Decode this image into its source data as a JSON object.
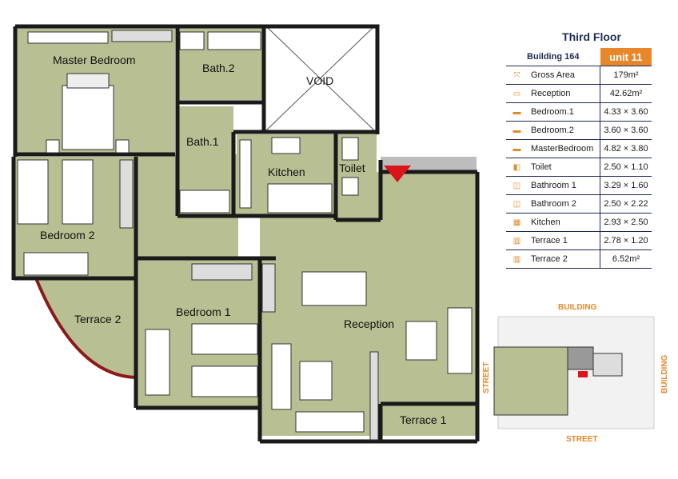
{
  "floor_title": "Third Floor",
  "building": "Building 164",
  "unit": "unit 11",
  "rooms": {
    "master_bedroom": "Master Bedroom",
    "bath2": "Bath.2",
    "void": "VOID",
    "bath1": "Bath.1",
    "kitchen": "Kitchen",
    "toilet": "Toilet",
    "bedroom2": "Bedroom 2",
    "terrace2": "Terrace 2",
    "bedroom1": "Bedroom 1",
    "reception": "Reception",
    "terrace1": "Terrace 1"
  },
  "specs": [
    {
      "icon": "gross-area-icon",
      "label": "Gross Area",
      "value": "179m²"
    },
    {
      "icon": "sofa-icon",
      "label": "Reception",
      "value": "42.62m²"
    },
    {
      "icon": "bed-icon",
      "label": "Bedroom.1",
      "value": "4.33 × 3.60"
    },
    {
      "icon": "bed-icon",
      "label": "Bedroom.2",
      "value": "3.60 × 3.60"
    },
    {
      "icon": "bed-icon",
      "label": "MasterBedroom",
      "value": "4.82 × 3.80"
    },
    {
      "icon": "toilet-icon",
      "label": "Toilet",
      "value": "2.50 × 1.10"
    },
    {
      "icon": "bathtub-icon",
      "label": "Bathroom 1",
      "value": "3.29 × 1.60"
    },
    {
      "icon": "bathtub-icon",
      "label": "Bathroom 2",
      "value": "2.50 × 2.22"
    },
    {
      "icon": "kitchen-icon",
      "label": "Kitchen",
      "value": "2.93 × 2.50"
    },
    {
      "icon": "terrace-icon",
      "label": "Terrace 1",
      "value": "2.78 × 1.20"
    },
    {
      "icon": "terrace-icon",
      "label": "Terrace 2",
      "value": "6.52m²"
    }
  ],
  "keymap": {
    "top": "BUILDING",
    "right": "BUILDING",
    "left": "STREET",
    "bottom": "STREET"
  },
  "colors": {
    "floor": "#b8bf92",
    "wall": "#1a1a1a",
    "terrace_arc": "#8b1a1a",
    "accent": "#e8872a",
    "navy": "#1c2a5a",
    "entry_marker": "#d9141a"
  }
}
